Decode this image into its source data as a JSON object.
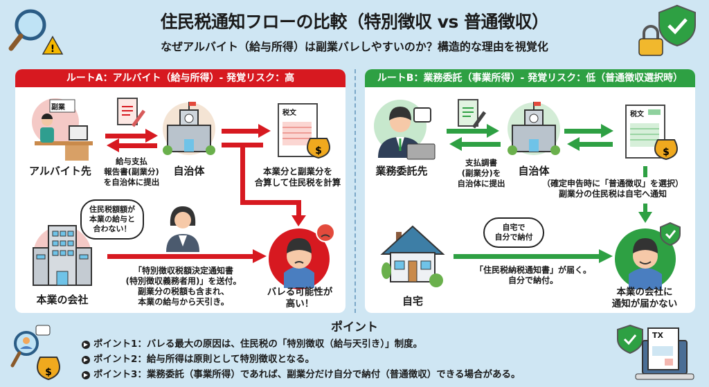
{
  "header": {
    "title": "住民税通知フローの比較（特別徴収 vs 普通徴収）",
    "subtitle": "なぜアルバイト（給与所得）は副業バレしやすいのか？構造的な理由を視覚化"
  },
  "route_a": {
    "heading": "ルートA：アルバイト（給与所得）- 発覚リスク：高",
    "accent": "#d71920",
    "sign": "副業",
    "employer": "アルバイト先",
    "report_caption": "給与支払\n報告書(副業分)\nを自治体に提出",
    "municipality": "自治体",
    "doc_label": "税文",
    "calc_caption": "本業分と副業分を\n合算して住民税を計算",
    "bubble": "住民税額額が\n本業の給与と\n合わない！",
    "company": "本業の会社",
    "notice_caption": "「特別徴収税額決定通知書\n(特別徴収義務者用)」を送付。\n副業分の税額も含まれ、\n本業の給与から天引き。",
    "result": "バレる可能性が\n高い！"
  },
  "route_b": {
    "heading": "ルートB：業務委託（事業所得）- 発覚リスク：低（普通徴収選択時）",
    "accent": "#2ea043",
    "client": "業務委託先",
    "report_caption": "支払調書\n(副業分)を\n自治体に提出",
    "municipality": "自治体",
    "doc_label": "税文",
    "choice_caption": "（確定申告時に「普通徴収」を選択）\n副業分の住民税は自宅へ通知",
    "bubble": "自宅で\n自分で納付",
    "home": "自宅",
    "notice_caption": "「住民税納税通知書」が届く。\n自分で納付。",
    "result": "本業の会社に\n通知が届かない"
  },
  "points": {
    "title": "ポイント",
    "items": [
      "ポイント1：バレる最大の原因は、住民税の「特別徴収（給与天引き）」制度。",
      "ポイント2：給与所得は原則として特別徴収となる。",
      "ポイント3：業務委託（事業所得）であれば、副業分だけ自分で納付（普通徴収）できる場合がある。"
    ],
    "tx_label": "TX"
  },
  "icons": [
    "magnifier-icon",
    "warning-icon",
    "lock-icon",
    "shield-check-icon",
    "document-pen-icon",
    "building-icon",
    "money-bag-icon",
    "person-icon",
    "house-icon",
    "laptop-tax-icon"
  ]
}
